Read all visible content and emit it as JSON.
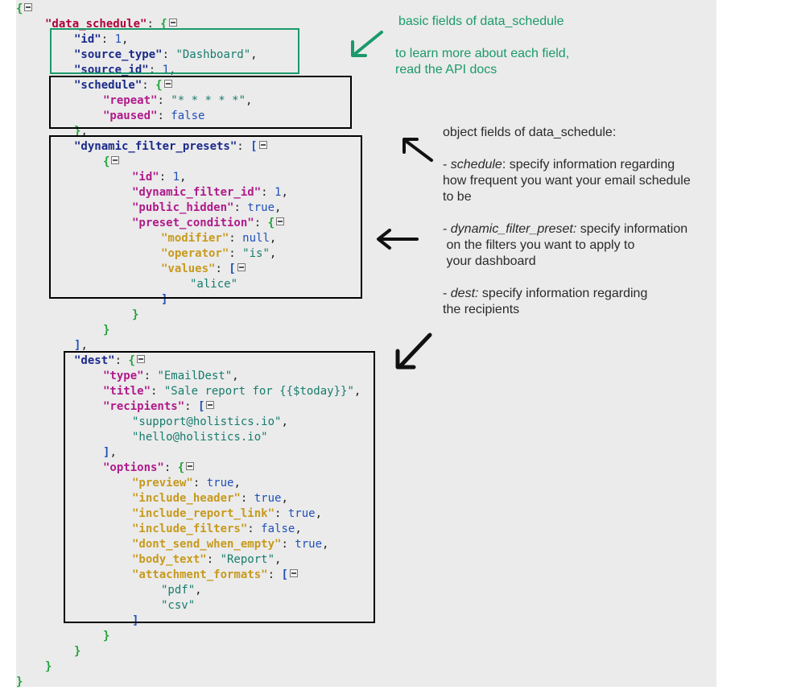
{
  "json_view": {
    "lines": [
      {
        "indent": 0,
        "tokens": [
          {
            "t": "{",
            "c": "bg"
          }
        ],
        "toggle": true
      },
      {
        "indent": 1,
        "tokens": [
          {
            "t": "\"data_schedule\"",
            "c": "k-red"
          },
          {
            "t": ": ",
            "c": "p"
          },
          {
            "t": "{",
            "c": "bg"
          }
        ],
        "toggle": true
      },
      {
        "indent": 2,
        "tokens": [
          {
            "t": "\"id\"",
            "c": "k-navy"
          },
          {
            "t": ": ",
            "c": "p"
          },
          {
            "t": "1",
            "c": "n"
          },
          {
            "t": ",",
            "c": "p"
          }
        ]
      },
      {
        "indent": 2,
        "tokens": [
          {
            "t": "\"source_type\"",
            "c": "k-navy"
          },
          {
            "t": ": ",
            "c": "p"
          },
          {
            "t": "\"Dashboard\"",
            "c": "s"
          },
          {
            "t": ",",
            "c": "p"
          }
        ]
      },
      {
        "indent": 2,
        "tokens": [
          {
            "t": "\"source_id\"",
            "c": "k-navy"
          },
          {
            "t": ": ",
            "c": "p"
          },
          {
            "t": "1",
            "c": "n"
          },
          {
            "t": ",",
            "c": "p"
          }
        ]
      },
      {
        "indent": 2,
        "tokens": [
          {
            "t": "\"schedule\"",
            "c": "k-navy"
          },
          {
            "t": ": ",
            "c": "p"
          },
          {
            "t": "{",
            "c": "bg"
          }
        ],
        "toggle": true
      },
      {
        "indent": 3,
        "tokens": [
          {
            "t": "\"repeat\"",
            "c": "k-mag"
          },
          {
            "t": ": ",
            "c": "p"
          },
          {
            "t": "\"* * * * *\"",
            "c": "s"
          },
          {
            "t": ",",
            "c": "p"
          }
        ]
      },
      {
        "indent": 3,
        "tokens": [
          {
            "t": "\"paused\"",
            "c": "k-mag"
          },
          {
            "t": ": ",
            "c": "p"
          },
          {
            "t": "false",
            "c": "n"
          }
        ]
      },
      {
        "indent": 2,
        "tokens": [
          {
            "t": "}",
            "c": "bg"
          },
          {
            "t": ",",
            "c": "p"
          }
        ]
      },
      {
        "indent": 2,
        "tokens": [
          {
            "t": "\"dynamic_filter_presets\"",
            "c": "k-navy"
          },
          {
            "t": ": ",
            "c": "p"
          },
          {
            "t": "[",
            "c": "bb"
          }
        ],
        "toggle": true
      },
      {
        "indent": 3,
        "tokens": [
          {
            "t": "{",
            "c": "bg"
          }
        ],
        "toggle": true
      },
      {
        "indent": 4,
        "tokens": [
          {
            "t": "\"id\"",
            "c": "k-mag"
          },
          {
            "t": ": ",
            "c": "p"
          },
          {
            "t": "1",
            "c": "n"
          },
          {
            "t": ",",
            "c": "p"
          }
        ]
      },
      {
        "indent": 4,
        "tokens": [
          {
            "t": "\"dynamic_filter_id\"",
            "c": "k-mag"
          },
          {
            "t": ": ",
            "c": "p"
          },
          {
            "t": "1",
            "c": "n"
          },
          {
            "t": ",",
            "c": "p"
          }
        ]
      },
      {
        "indent": 4,
        "tokens": [
          {
            "t": "\"public_hidden\"",
            "c": "k-mag"
          },
          {
            "t": ": ",
            "c": "p"
          },
          {
            "t": "true",
            "c": "n"
          },
          {
            "t": ",",
            "c": "p"
          }
        ]
      },
      {
        "indent": 4,
        "tokens": [
          {
            "t": "\"preset_condition\"",
            "c": "k-mag"
          },
          {
            "t": ": ",
            "c": "p"
          },
          {
            "t": "{",
            "c": "bg"
          }
        ],
        "toggle": true
      },
      {
        "indent": 5,
        "tokens": [
          {
            "t": "\"modifier\"",
            "c": "k-gold"
          },
          {
            "t": ": ",
            "c": "p"
          },
          {
            "t": "null",
            "c": "n"
          },
          {
            "t": ",",
            "c": "p"
          }
        ]
      },
      {
        "indent": 5,
        "tokens": [
          {
            "t": "\"operator\"",
            "c": "k-gold"
          },
          {
            "t": ": ",
            "c": "p"
          },
          {
            "t": "\"is\"",
            "c": "s"
          },
          {
            "t": ",",
            "c": "p"
          }
        ]
      },
      {
        "indent": 5,
        "tokens": [
          {
            "t": "\"values\"",
            "c": "k-gold"
          },
          {
            "t": ": ",
            "c": "p"
          },
          {
            "t": "[",
            "c": "bb"
          }
        ],
        "toggle": true
      },
      {
        "indent": 6,
        "tokens": [
          {
            "t": "\"alice\"",
            "c": "s"
          }
        ]
      },
      {
        "indent": 5,
        "tokens": [
          {
            "t": "]",
            "c": "bb"
          }
        ]
      },
      {
        "indent": 4,
        "tokens": [
          {
            "t": "}",
            "c": "bg"
          }
        ]
      },
      {
        "indent": 3,
        "tokens": [
          {
            "t": "}",
            "c": "bg"
          }
        ]
      },
      {
        "indent": 2,
        "tokens": [
          {
            "t": "]",
            "c": "bb"
          },
          {
            "t": ",",
            "c": "p"
          }
        ]
      },
      {
        "indent": 2,
        "tokens": [
          {
            "t": "\"dest\"",
            "c": "k-navy"
          },
          {
            "t": ": ",
            "c": "p"
          },
          {
            "t": "{",
            "c": "bg"
          }
        ],
        "toggle": true
      },
      {
        "indent": 3,
        "tokens": [
          {
            "t": "\"type\"",
            "c": "k-mag"
          },
          {
            "t": ": ",
            "c": "p"
          },
          {
            "t": "\"EmailDest\"",
            "c": "s"
          },
          {
            "t": ",",
            "c": "p"
          }
        ]
      },
      {
        "indent": 3,
        "tokens": [
          {
            "t": "\"title\"",
            "c": "k-mag"
          },
          {
            "t": ": ",
            "c": "p"
          },
          {
            "t": "\"Sale report for {{$today}}\"",
            "c": "s"
          },
          {
            "t": ",",
            "c": "p"
          }
        ]
      },
      {
        "indent": 3,
        "tokens": [
          {
            "t": "\"recipients\"",
            "c": "k-mag"
          },
          {
            "t": ": ",
            "c": "p"
          },
          {
            "t": "[",
            "c": "bb"
          }
        ],
        "toggle": true
      },
      {
        "indent": 4,
        "tokens": [
          {
            "t": "\"support@holistics.io\"",
            "c": "s"
          },
          {
            "t": ",",
            "c": "p"
          }
        ]
      },
      {
        "indent": 4,
        "tokens": [
          {
            "t": "\"hello@holistics.io\"",
            "c": "s"
          }
        ]
      },
      {
        "indent": 3,
        "tokens": [
          {
            "t": "]",
            "c": "bb"
          },
          {
            "t": ",",
            "c": "p"
          }
        ]
      },
      {
        "indent": 3,
        "tokens": [
          {
            "t": "\"options\"",
            "c": "k-mag"
          },
          {
            "t": ": ",
            "c": "p"
          },
          {
            "t": "{",
            "c": "bg"
          }
        ],
        "toggle": true
      },
      {
        "indent": 4,
        "tokens": [
          {
            "t": "\"preview\"",
            "c": "k-gold"
          },
          {
            "t": ": ",
            "c": "p"
          },
          {
            "t": "true",
            "c": "n"
          },
          {
            "t": ",",
            "c": "p"
          }
        ]
      },
      {
        "indent": 4,
        "tokens": [
          {
            "t": "\"include_header\"",
            "c": "k-gold"
          },
          {
            "t": ": ",
            "c": "p"
          },
          {
            "t": "true",
            "c": "n"
          },
          {
            "t": ",",
            "c": "p"
          }
        ]
      },
      {
        "indent": 4,
        "tokens": [
          {
            "t": "\"include_report_link\"",
            "c": "k-gold"
          },
          {
            "t": ": ",
            "c": "p"
          },
          {
            "t": "true",
            "c": "n"
          },
          {
            "t": ",",
            "c": "p"
          }
        ]
      },
      {
        "indent": 4,
        "tokens": [
          {
            "t": "\"include_filters\"",
            "c": "k-gold"
          },
          {
            "t": ": ",
            "c": "p"
          },
          {
            "t": "false",
            "c": "n"
          },
          {
            "t": ",",
            "c": "p"
          }
        ]
      },
      {
        "indent": 4,
        "tokens": [
          {
            "t": "\"dont_send_when_empty\"",
            "c": "k-gold"
          },
          {
            "t": ": ",
            "c": "p"
          },
          {
            "t": "true",
            "c": "n"
          },
          {
            "t": ",",
            "c": "p"
          }
        ]
      },
      {
        "indent": 4,
        "tokens": [
          {
            "t": "\"body_text\"",
            "c": "k-gold"
          },
          {
            "t": ": ",
            "c": "p"
          },
          {
            "t": "\"Report\"",
            "c": "s"
          },
          {
            "t": ",",
            "c": "p"
          }
        ]
      },
      {
        "indent": 4,
        "tokens": [
          {
            "t": "\"attachment_formats\"",
            "c": "k-gold"
          },
          {
            "t": ": ",
            "c": "p"
          },
          {
            "t": "[",
            "c": "bb"
          }
        ],
        "toggle": true
      },
      {
        "indent": 5,
        "tokens": [
          {
            "t": "\"pdf\"",
            "c": "s"
          },
          {
            "t": ",",
            "c": "p"
          }
        ]
      },
      {
        "indent": 5,
        "tokens": [
          {
            "t": "\"csv\"",
            "c": "s"
          }
        ]
      },
      {
        "indent": 4,
        "tokens": [
          {
            "t": "]",
            "c": "bb"
          }
        ]
      },
      {
        "indent": 3,
        "tokens": [
          {
            "t": "}",
            "c": "bg"
          }
        ]
      },
      {
        "indent": 2,
        "tokens": [
          {
            "t": "}",
            "c": "bg"
          }
        ]
      },
      {
        "indent": 1,
        "tokens": [
          {
            "t": "}",
            "c": "bg"
          }
        ]
      },
      {
        "indent": 0,
        "tokens": [
          {
            "t": "}",
            "c": "bg"
          }
        ]
      }
    ]
  },
  "annotations": {
    "basic_fields": "basic fields of data_schedule",
    "api_docs_line1": "to learn more about each field,",
    "api_docs_line2": "read the API docs",
    "object_fields_heading": "object fields of data_schedule:",
    "schedule_prefix": "- ",
    "schedule_term": "schedule",
    "schedule_desc1": ": specify information regarding",
    "schedule_desc2": "how frequent you want your email schedule",
    "schedule_desc3": "to be",
    "dfp_prefix": "- ",
    "dfp_term": "dynamic_filter_preset:",
    "dfp_desc1": " specify information",
    "dfp_desc2": " on the filters you want to apply to",
    "dfp_desc3": " your dashboard",
    "dest_prefix": "- ",
    "dest_term": "dest:",
    "dest_desc1": " specify information regarding",
    "dest_desc2": "the recipients"
  },
  "colors": {
    "panel_background": "#ebebeb",
    "basic_box": "#1a9a6a",
    "object_box": "#000000",
    "green_annotation": "#1a9a6a"
  }
}
